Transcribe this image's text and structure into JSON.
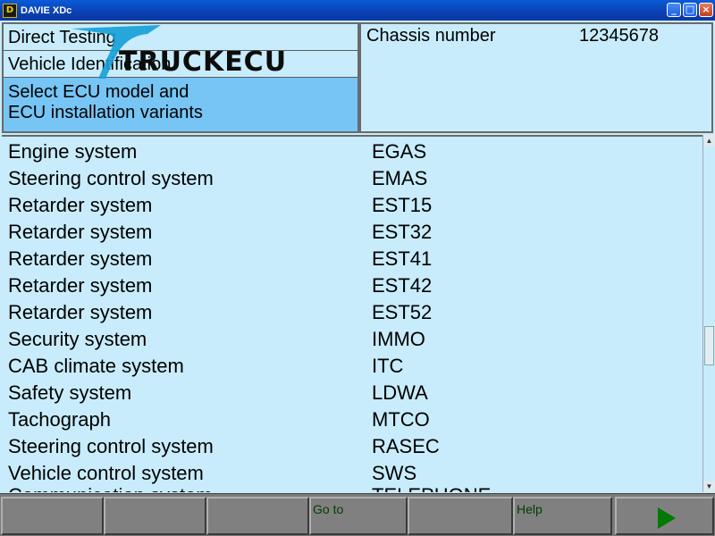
{
  "window": {
    "title": "DAVIE XDc",
    "controls": [
      "_",
      "□",
      "×"
    ]
  },
  "menu": {
    "items": [
      {
        "label": "Direct Testing"
      },
      {
        "label": "Vehicle Identification"
      },
      {
        "label_line1": "Select ECU model and",
        "label_line2": "ECU installation variants"
      }
    ]
  },
  "watermark": {
    "text": "TRUCKECU"
  },
  "chassis": {
    "label": "Chassis number",
    "value": "12345678"
  },
  "list": {
    "rows": [
      {
        "system": "Engine system",
        "code": "EGAS"
      },
      {
        "system": "Steering control system",
        "code": "EMAS"
      },
      {
        "system": "Retarder system",
        "code": "EST15"
      },
      {
        "system": "Retarder system",
        "code": "EST32"
      },
      {
        "system": "Retarder system",
        "code": "EST41"
      },
      {
        "system": "Retarder system",
        "code": "EST42"
      },
      {
        "system": "Retarder system",
        "code": "EST52"
      },
      {
        "system": "Security system",
        "code": "IMMO"
      },
      {
        "system": "CAB climate system",
        "code": "ITC"
      },
      {
        "system": "Safety system",
        "code": "LDWA"
      },
      {
        "system": "Tachograph",
        "code": "MTCO"
      },
      {
        "system": "Steering control system",
        "code": "RASEC"
      },
      {
        "system": "Vehicle control system",
        "code": "SWS"
      },
      {
        "system": "Communication system",
        "code": "TELEPHONE"
      }
    ]
  },
  "scrollbar": {
    "up_glyph": "▲",
    "down_glyph": "▼"
  },
  "function_keys": {
    "goto_label": "Go to",
    "help_label": "Help",
    "next_icon": "play-icon",
    "next_color": "#007a00"
  }
}
